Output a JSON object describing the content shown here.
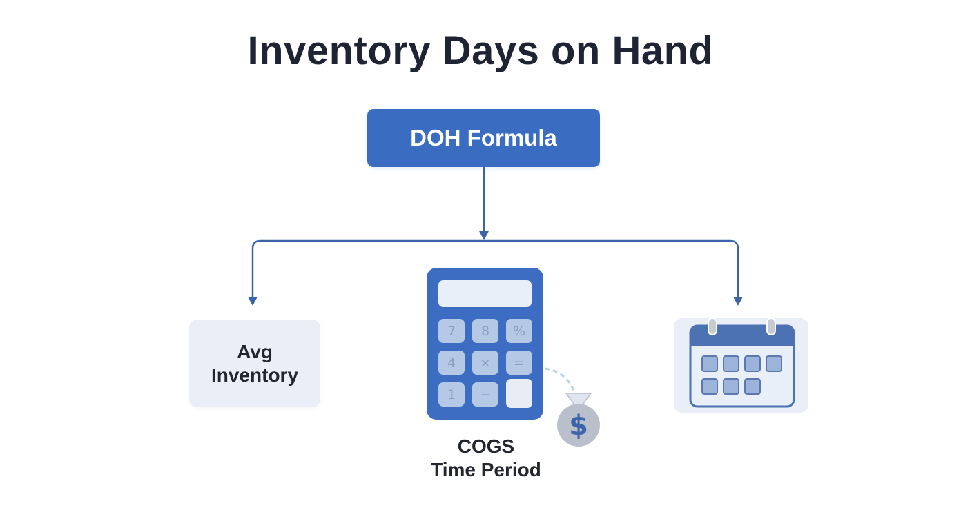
{
  "title": "Inventory Days on Hand",
  "root": {
    "label": "DOH Formula"
  },
  "branches": [
    {
      "id": "avg-inventory",
      "line1": "Avg",
      "line2": "Inventory",
      "icon": "text-card"
    },
    {
      "id": "cogs",
      "icon": "calculator-icon",
      "secondary_icon": "money-bag-icon",
      "line1": "COGS",
      "line2": "Time Period",
      "calculator_keys": [
        "7",
        "8",
        "%",
        "4",
        "×",
        "=",
        "1",
        "−",
        ""
      ]
    },
    {
      "id": "time-period",
      "icon": "calendar-icon"
    }
  ],
  "money_bag_symbol": "$",
  "colors": {
    "title": "#1f2435",
    "primary": "#3a6cc2",
    "connector": "#3d64a8",
    "card_bg": "#e9eef7",
    "key_bg": "#b5c9e6",
    "bag": "#b9c0cc"
  }
}
